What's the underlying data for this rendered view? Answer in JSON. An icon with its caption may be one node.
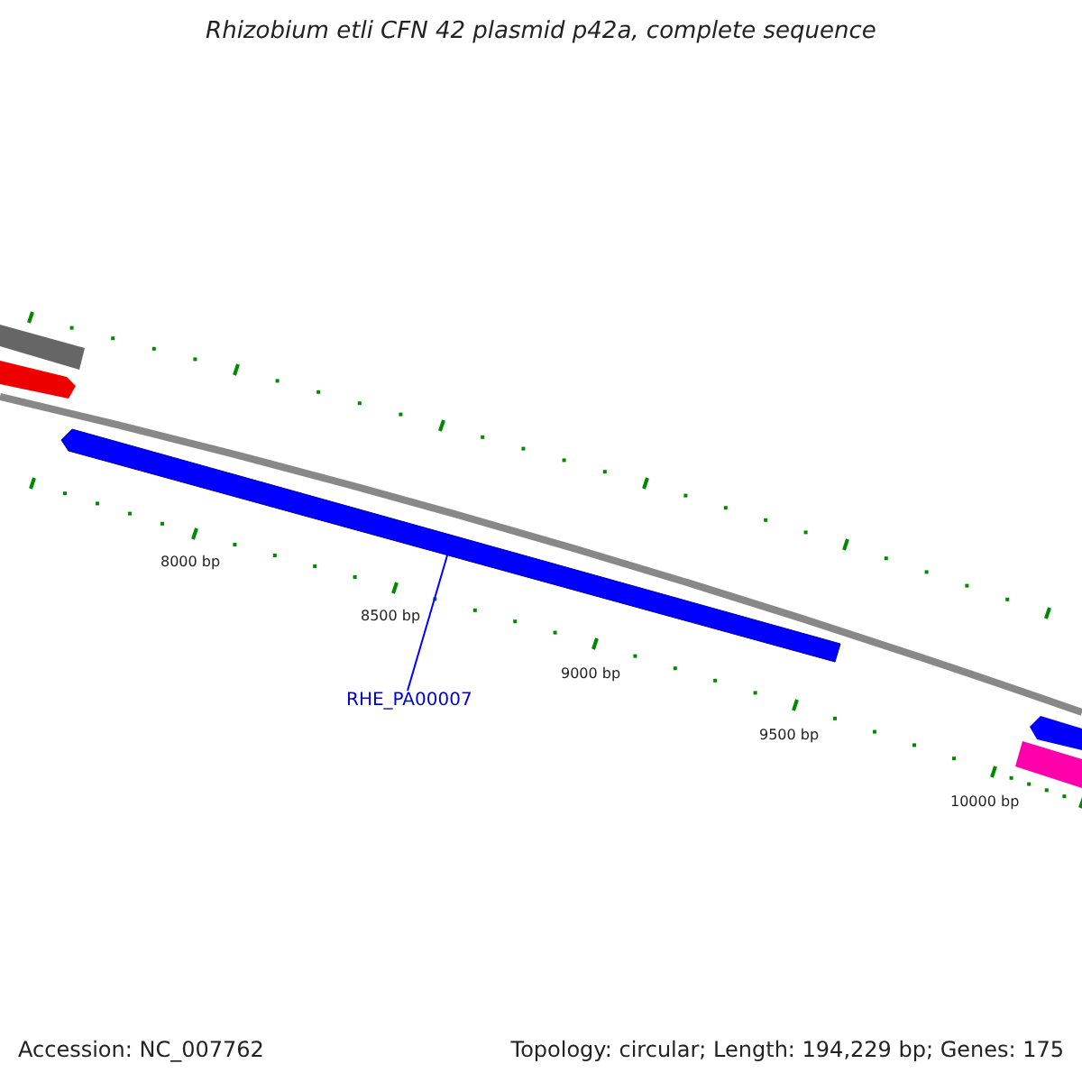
{
  "diagram": {
    "title": "Rhizobium etli CFN 42 plasmid p42a, complete sequence",
    "nodes": [
      {
        "text": [
          "RHE_PA00007"
        ]
      },
      {
        "text": [],
        "shape": "bar"
      }
    ],
    "edges": [
      {
        "from": 0,
        "to": 1,
        "arrow": "none"
      }
    ],
    "labels": [
      "8000 bp",
      "8500 bp",
      "9000 bp",
      "9500 bp",
      "10000 bp",
      "Accession: NC_007762",
      "Topology: circular; Length: 194,229 bp; Genes: 175"
    ]
  }
}
